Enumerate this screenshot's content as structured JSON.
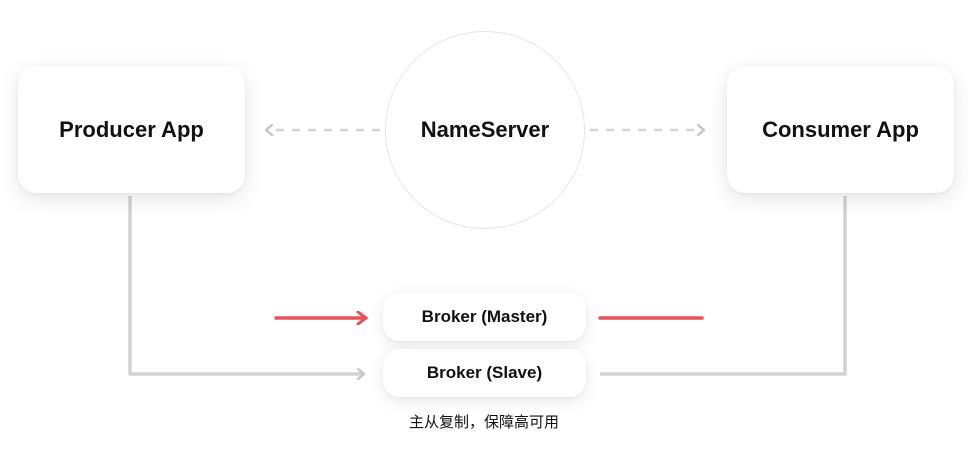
{
  "nodes": {
    "producer": "Producer App",
    "consumer": "Consumer App",
    "nameserver": "NameServer",
    "broker_master": "Broker (Master)",
    "broker_slave": "Broker (Slave)"
  },
  "caption": "主从复制，保障高可用",
  "colors": {
    "primary_flow": "#e8535a",
    "secondary_flow": "#cfcfcf",
    "dashed_link": "#d4d4d4",
    "circle_border": "#e6e6e6"
  }
}
